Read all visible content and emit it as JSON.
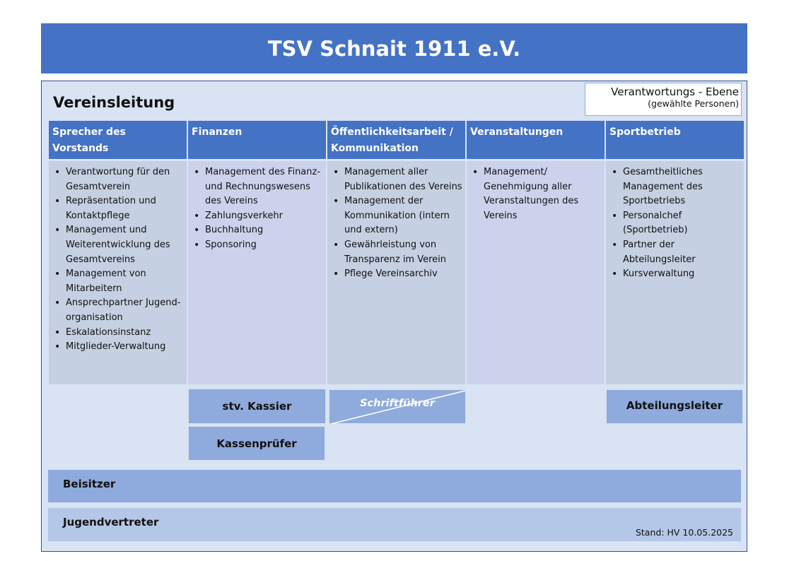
{
  "header": {
    "title": "TSV Schnait 1911 e.V."
  },
  "section_title": "Vereinsleitung",
  "legend_box": {
    "title": "Verantwortungs - Ebene",
    "subtitle": "(gewählte Personen)"
  },
  "columns": [
    {
      "title": "Sprecher des  Vorstands",
      "items": [
        "Verantwortung für den Gesamtverein",
        "Repräsentation und Kontaktpflege",
        "Management und Weiterentwicklung des Gesamtvereins",
        "Management von Mitarbeitern",
        "Ansprechpartner Jugend-organisation",
        "Eskalationsinstanz",
        "Mitglieder-Verwaltung"
      ]
    },
    {
      "title": "Finanzen",
      "items": [
        "Management des Finanz- und Rechnungswesens des Vereins",
        "Zahlungsverkehr",
        "Buchhaltung",
        "Sponsoring"
      ]
    },
    {
      "title": "Öffentlichkeitsarbeit / Kommunikation",
      "items": [
        "Management aller Publikationen des Vereins",
        "Management der Kommunikation (intern und extern)",
        "Gewährleistung von Transparenz im Verein",
        "Pflege Vereinsarchiv"
      ]
    },
    {
      "title": "Veranstaltungen",
      "items": [
        "Management/ Genehmigung aller Veranstaltungen des Vereins"
      ]
    },
    {
      "title": "Sportbetrieb",
      "items": [
        "Gesamtheitliches Management des Sportbetriebs",
        "Personalchef (Sportbetrieb)",
        "Partner der Abteilungsleiter",
        "Kursverwaltung"
      ]
    }
  ],
  "sub_roles": {
    "stv_kassier": "stv. Kassier",
    "kassenpruefer": "Kassenprüfer",
    "schriftfuehrer": "Schriftführer",
    "abteilungsleiter": "Abteilungsleiter"
  },
  "bars": {
    "beisitzer": "Beisitzer",
    "jugendvertreter": "Jugendvertreter"
  },
  "footer": {
    "stand": "Stand: HV 10.05.2025"
  },
  "colors": {
    "header_blue": "#4472c4",
    "box_blue": "#8faadc",
    "light_blue": "#b4c7e7",
    "frame_bg": "#dae3f3"
  }
}
